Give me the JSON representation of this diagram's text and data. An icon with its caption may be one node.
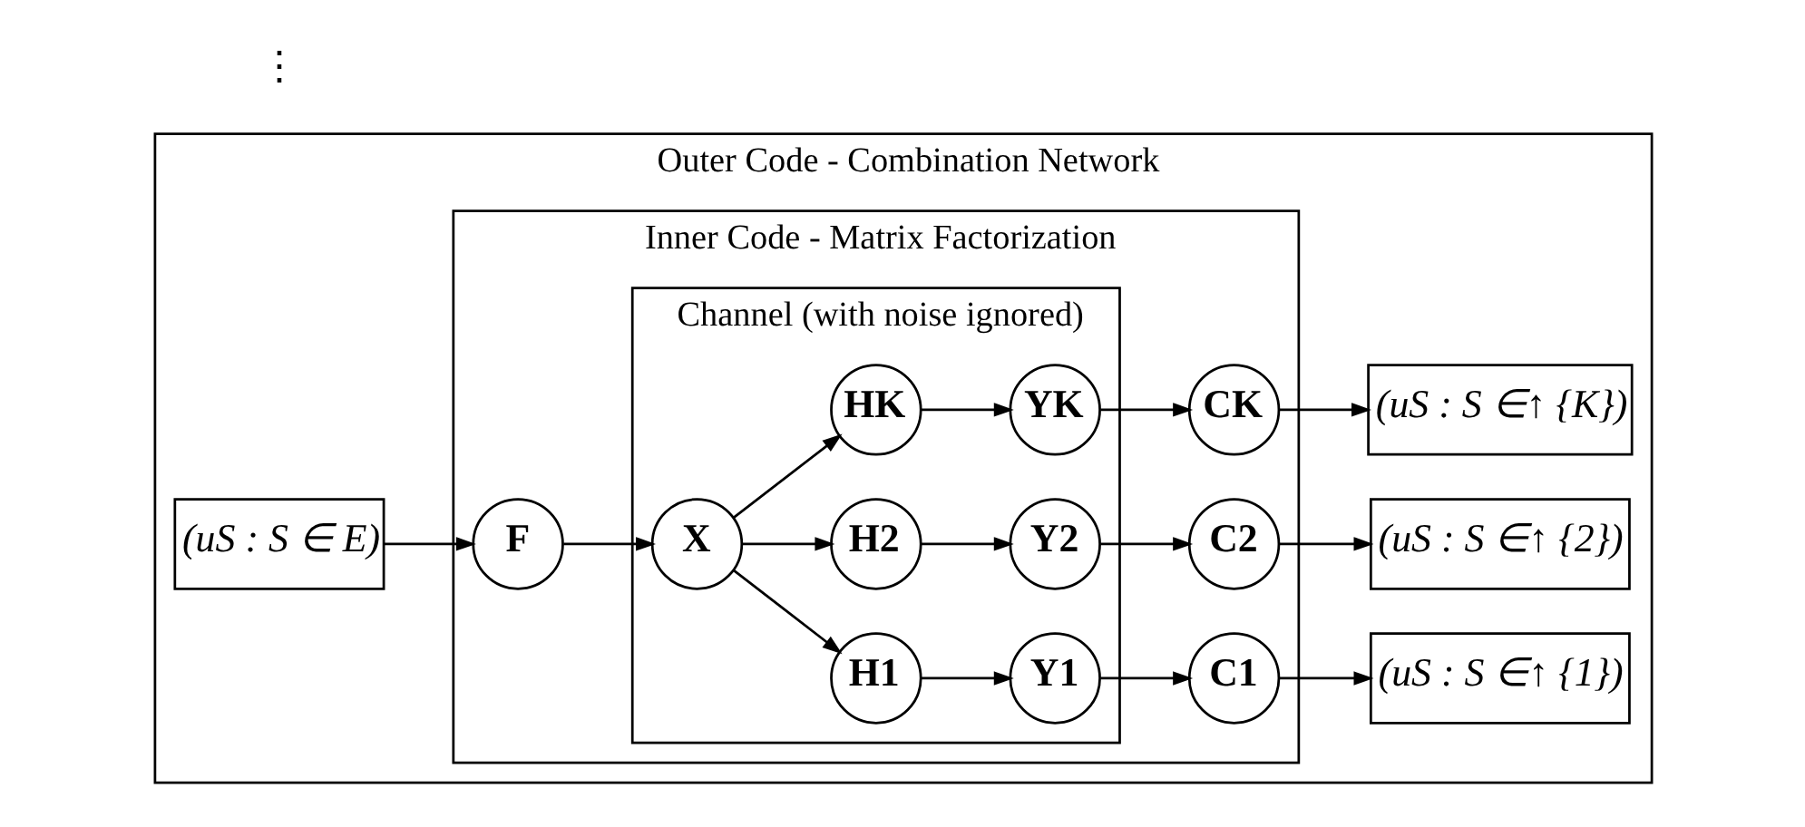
{
  "diagram": {
    "nodes": [
      {
        "text": [
          "Outer Code - Combination Network"
        ]
      },
      {
        "text": [
          "Inner Code - Matrix Factorization"
        ],
        "in": 0
      },
      {
        "text": [
          "Channel (with noise ignored)"
        ],
        "in": 1
      },
      {
        "text": [
          "(uS : S ∈ E)"
        ],
        "in": 0
      },
      {
        "text": [
          "F"
        ],
        "in": 1
      },
      {
        "text": [
          "X"
        ],
        "in": 2
      },
      {
        "text": [
          "H1"
        ],
        "in": 2
      },
      {
        "text": [
          "H2"
        ],
        "in": 2
      },
      {
        "text": [
          "HK"
        ],
        "in": 2
      },
      {
        "text": [
          "Y1"
        ],
        "in": 2
      },
      {
        "text": [
          "Y2"
        ],
        "in": 2
      },
      {
        "text": [
          "YK"
        ],
        "in": 2
      },
      {
        "text": [
          "C1"
        ],
        "in": 1
      },
      {
        "text": [
          "C2"
        ],
        "in": 1
      },
      {
        "text": [
          "CK"
        ],
        "in": 1
      },
      {
        "text": [
          "(uS : S ∈↑ {1})"
        ],
        "in": 0
      },
      {
        "text": [
          "(uS : S ∈↑ {2})"
        ],
        "in": 0
      },
      {
        "text": [
          "(uS : S ∈↑ {K})"
        ],
        "in": 0
      }
    ],
    "edges": [
      {
        "from": 3,
        "to": 4,
        "arrow": "to"
      },
      {
        "from": 4,
        "to": 5,
        "arrow": "to"
      },
      {
        "from": 5,
        "to": 6,
        "arrow": "to"
      },
      {
        "from": 5,
        "to": 7,
        "arrow": "to"
      },
      {
        "from": 5,
        "to": 8,
        "arrow": "to"
      },
      {
        "from": 6,
        "to": 9,
        "arrow": "to"
      },
      {
        "from": 7,
        "to": 10,
        "arrow": "to"
      },
      {
        "from": 8,
        "to": 11,
        "arrow": "to"
      },
      {
        "from": 9,
        "to": 12,
        "arrow": "to"
      },
      {
        "from": 10,
        "to": 13,
        "arrow": "to"
      },
      {
        "from": 11,
        "to": 14,
        "arrow": "to"
      },
      {
        "from": 12,
        "to": 15,
        "arrow": "to"
      },
      {
        "from": 13,
        "to": 16,
        "arrow": "to"
      },
      {
        "from": 14,
        "to": 17,
        "arrow": "to"
      }
    ],
    "labels": [
      "⋮"
    ]
  }
}
